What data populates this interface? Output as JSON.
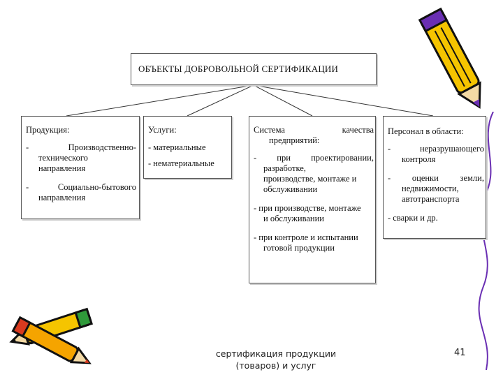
{
  "diagram": {
    "title": "ОБЪЕКТЫ ДОБРОВОЛЬНОЙ СЕРТИФИКАЦИИ",
    "columns": [
      {
        "heading": "Продукция:",
        "items": [
          [
            "-",
            "Производственно-",
            "технического",
            "направления"
          ],
          [
            "-",
            "Социально-бытового",
            "направления"
          ]
        ]
      },
      {
        "heading": "Услуги:",
        "items": [
          [
            "- материальные"
          ],
          [
            "- нематериальные"
          ]
        ]
      },
      {
        "heading_left": "Система",
        "heading_right": "качества",
        "heading_line2": "предприятий:",
        "items": [
          [
            "-",
            "при",
            "проектировании,",
            "разработке,",
            "производстве, монтаже и",
            "обслуживании"
          ],
          [
            "- при производстве, монтаже",
            "и обслуживании"
          ],
          [
            "- при контроле и испытании",
            "готовой продукции"
          ]
        ]
      },
      {
        "heading": "Персонал в области:",
        "items": [
          [
            "-",
            "неразрушающего",
            "контроля"
          ],
          [
            "-",
            "оценки",
            "земли,",
            "недвижимости,",
            "автотранспорта"
          ],
          [
            "- сварки и др."
          ]
        ]
      }
    ]
  },
  "footer": {
    "caption_line1": "сертификация продукции",
    "caption_line2": "(товаров) и услуг",
    "page_number": "41"
  },
  "decorations": {
    "pencil_icon_colors": [
      "#f5c400",
      "#1e1e1e",
      "#d93a1f",
      "#6a2fb3"
    ]
  }
}
